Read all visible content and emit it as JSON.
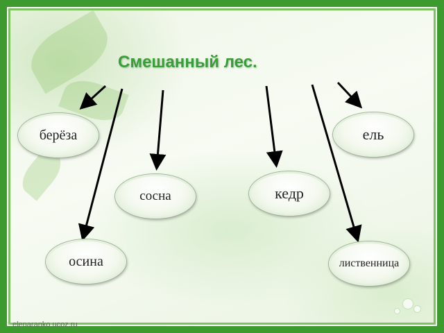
{
  "title": "Смешанный лес.",
  "nodes": {
    "bereza": "берёза",
    "el": "ель",
    "sosna": "сосна",
    "kedr": "кедр",
    "osina": "осина",
    "listvennitsa": "лиственница"
  },
  "footer": "elenaranko.ucoz.ru",
  "colors": {
    "title": "#35a035",
    "frame": "#3d9a2f",
    "arrow": "#000000"
  }
}
